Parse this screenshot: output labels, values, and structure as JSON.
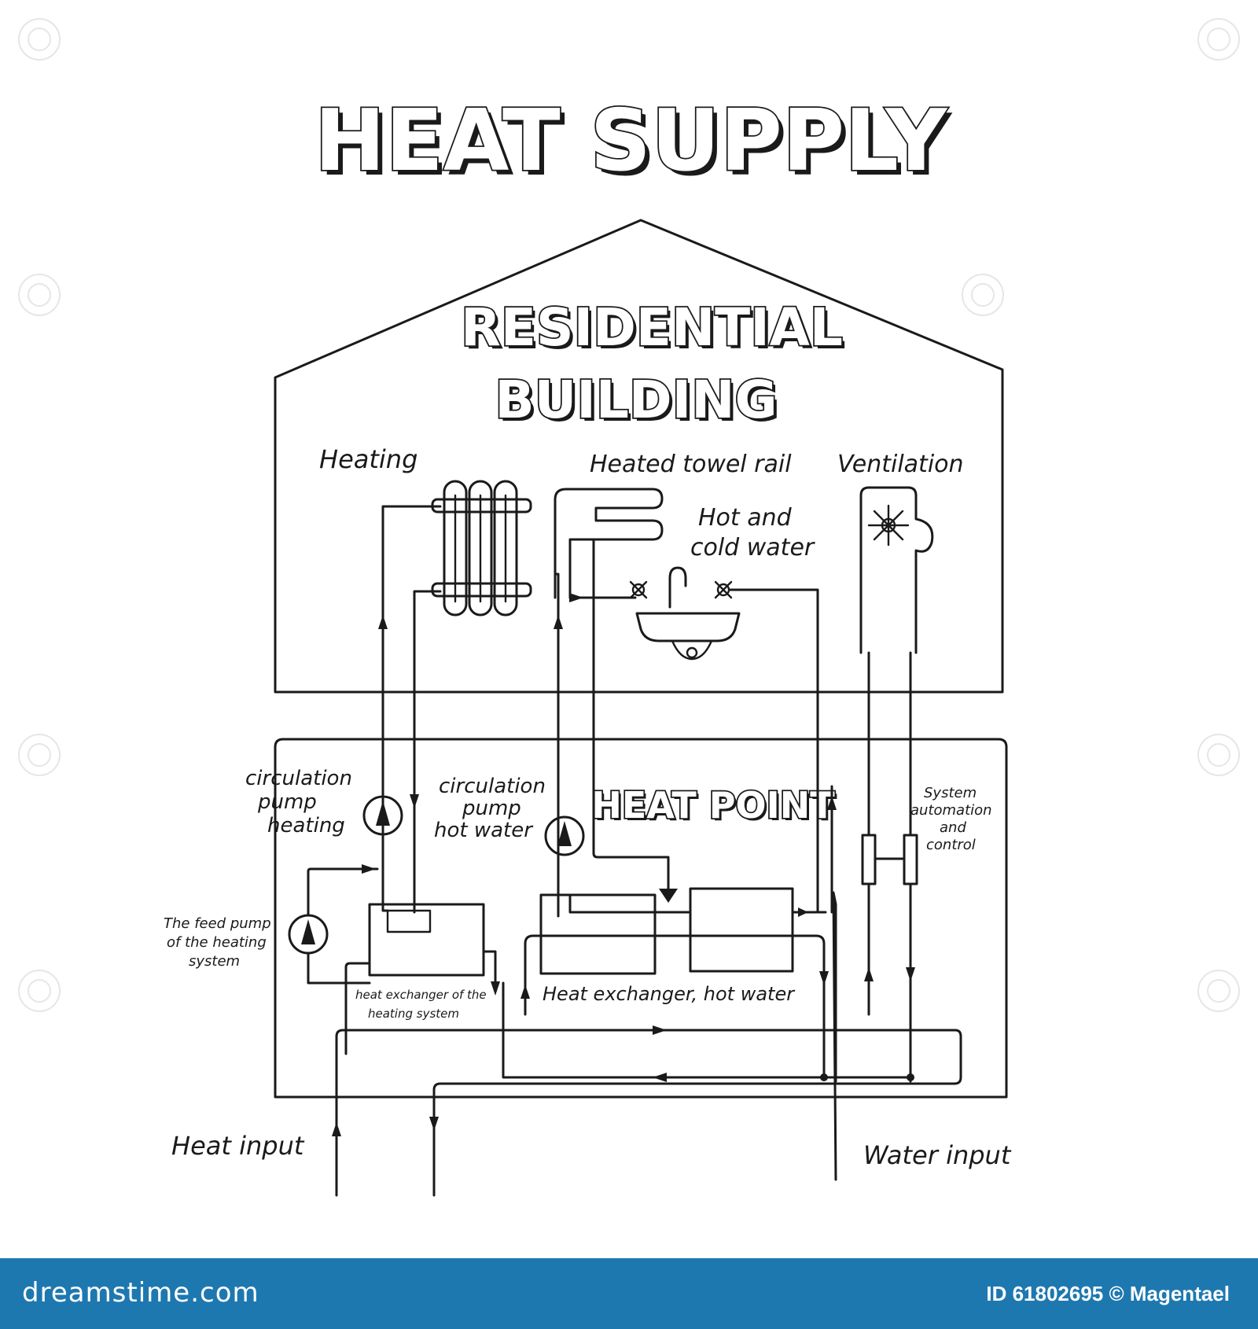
{
  "title": "HEAT SUPPLY",
  "building": {
    "line1": "RESIDENTIAL",
    "line2": "BUILDING"
  },
  "heat_point": "HEAT POINT",
  "labels": {
    "heating": "Heating",
    "towel_rail": "Heated towel rail",
    "ventilation": "Ventilation",
    "hot_cold_1": "Hot and",
    "hot_cold_2": "cold water",
    "circ_heating_1": "circulation",
    "circ_heating_2": "pump",
    "circ_heating_3": "heating",
    "circ_hot_1": "circulation",
    "circ_hot_2": "pump",
    "circ_hot_3": "hot water",
    "feed_1": "The feed pump",
    "feed_2": "of the heating",
    "feed_3": "system",
    "hx_heating_1": "heat exchanger of the",
    "hx_heating_2": "heating system",
    "hx_hot": "Heat exchanger, hot water",
    "automation_1": "System",
    "automation_2": "automation",
    "automation_3": "and",
    "automation_4": "control",
    "heat_input": "Heat input",
    "water_input": "Water input"
  },
  "footer": {
    "logo": "dreamstime.com",
    "id": "ID 61802695 © Magentael"
  }
}
